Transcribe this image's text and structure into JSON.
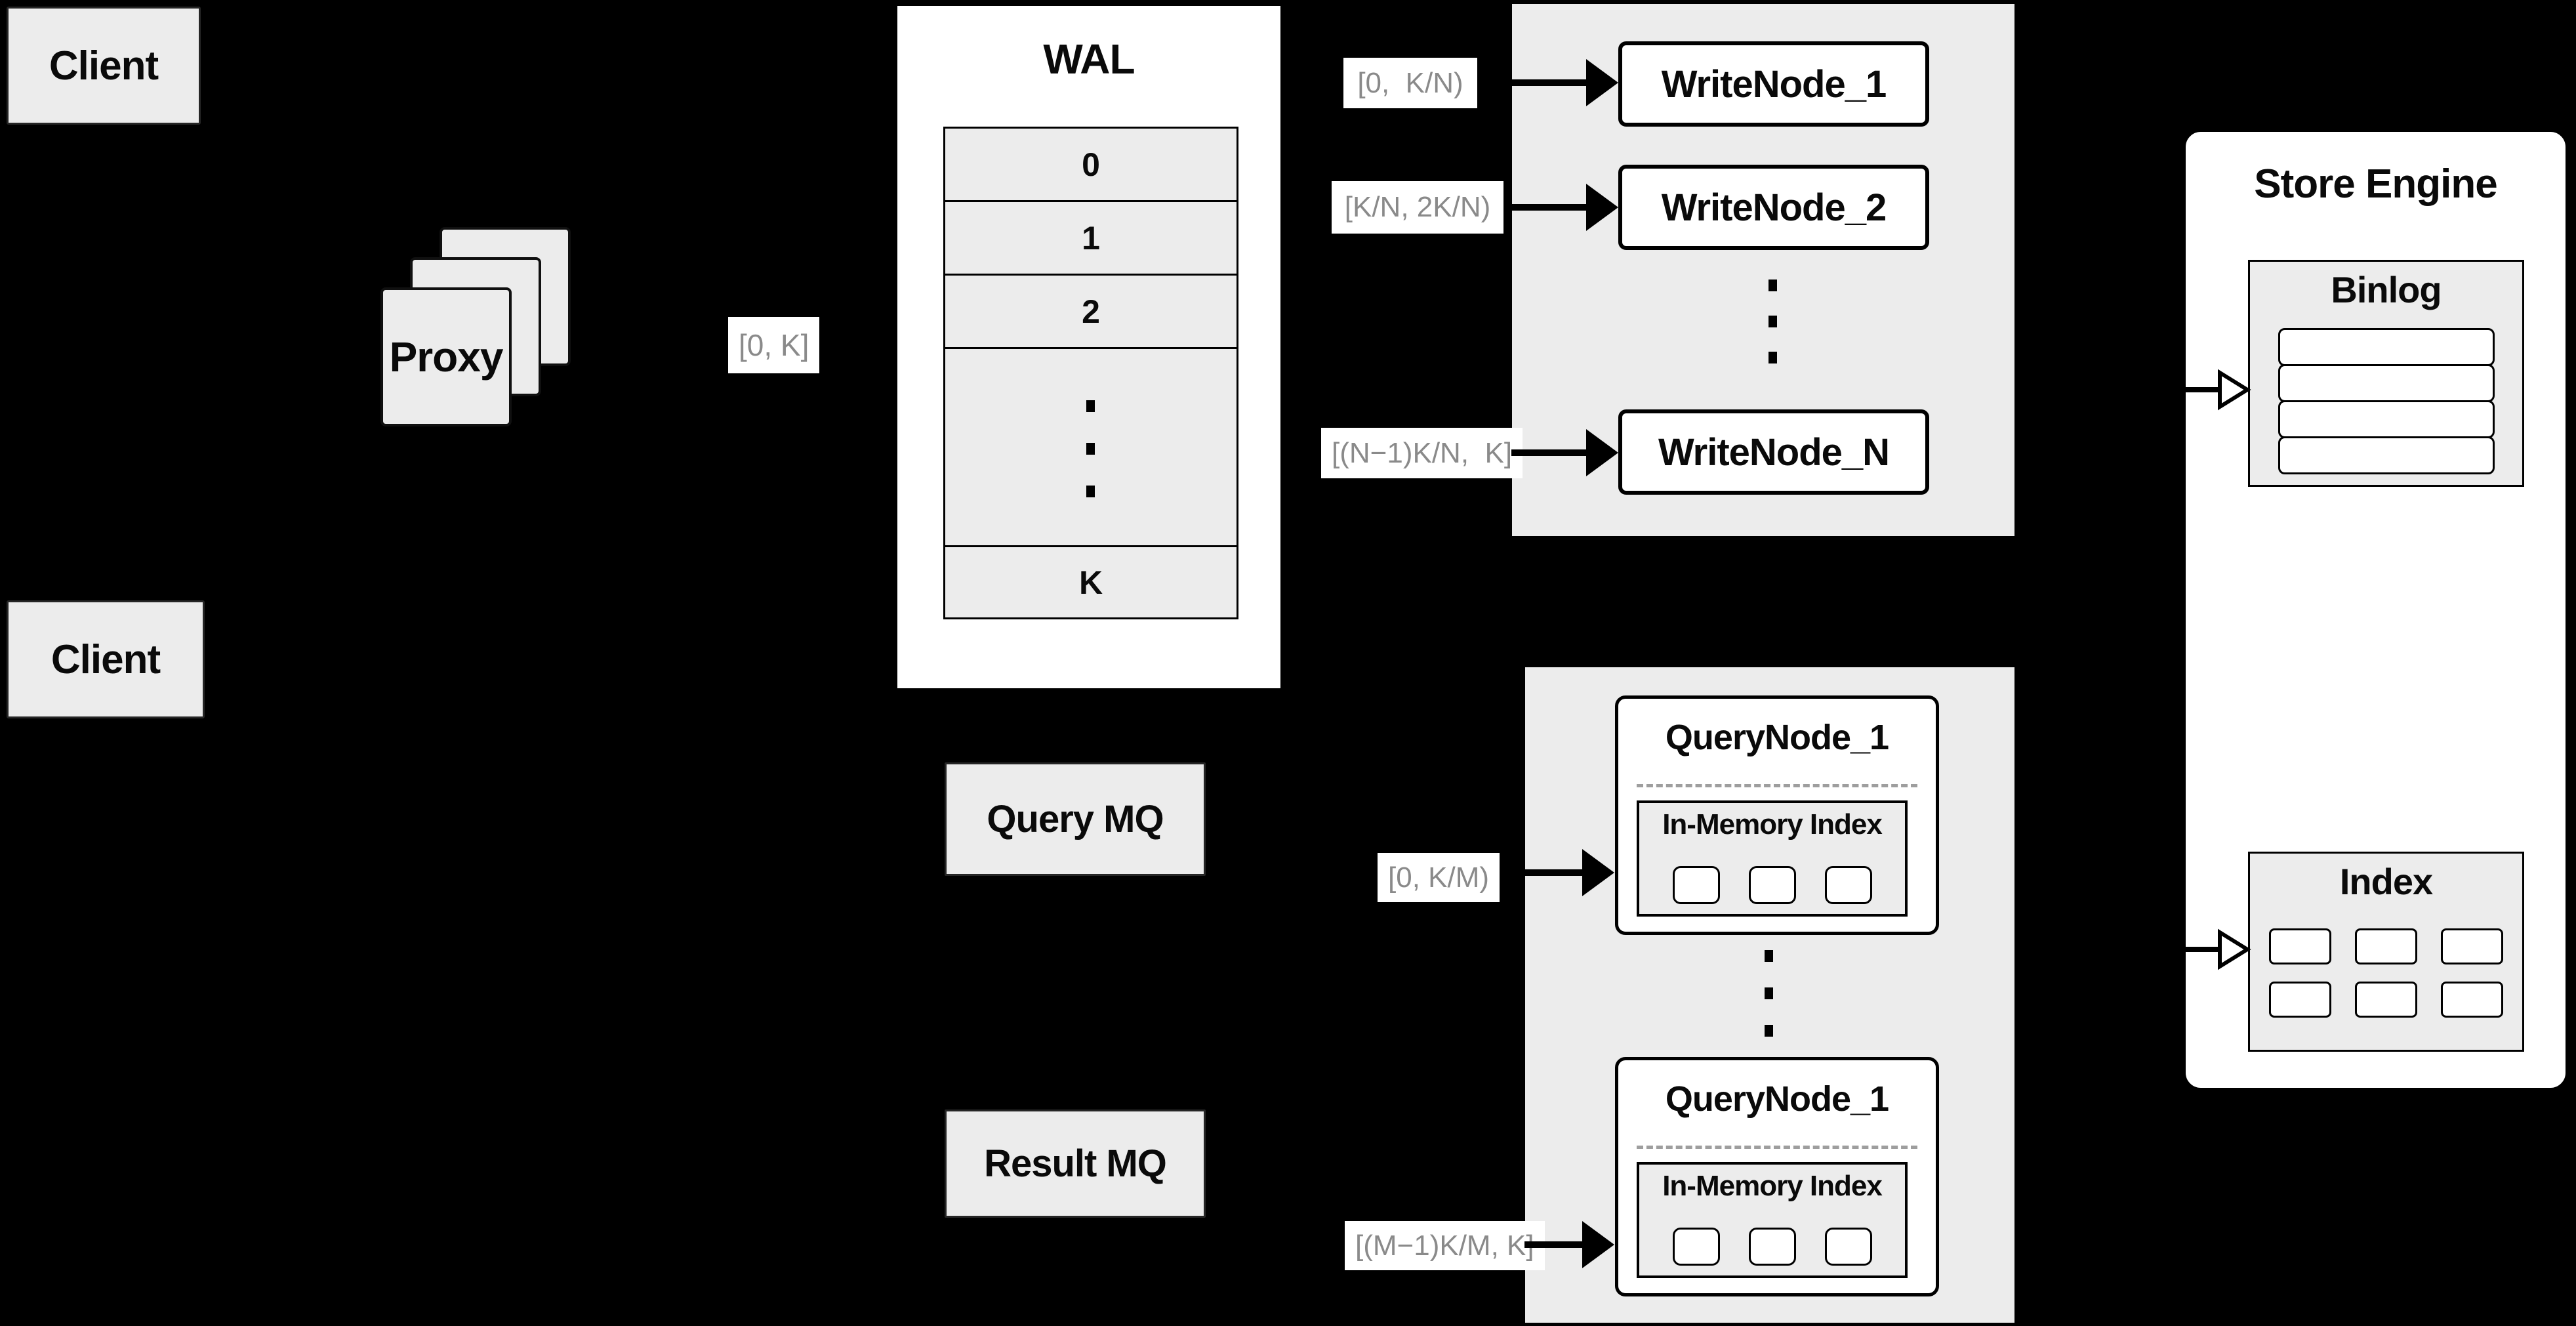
{
  "colors": {
    "background": "#000000",
    "panel_gray": "#ececec",
    "box_white": "#ffffff",
    "chip_text_gray": "#8a8a8a"
  },
  "client_top": {
    "label": "Client"
  },
  "client_bottom": {
    "label": "Client"
  },
  "proxy": {
    "label": "Proxy"
  },
  "chips": {
    "proxy_range": "[0, K]",
    "write_1": "[0,  K/N)",
    "write_2": "[K/N, 2K/N)",
    "write_n": "[(N−1)K/N,  K]",
    "query_1": "[0, K/M)",
    "query_m": "[(M−1)K/M, K]"
  },
  "wal": {
    "title": "WAL",
    "rows": [
      "0",
      "1",
      "2"
    ],
    "last_row": "K"
  },
  "write_nodes": {
    "node_1": "WriteNode_1",
    "node_2": "WriteNode_2",
    "node_n": "WriteNode_N"
  },
  "query_nodes": {
    "top": {
      "title": "QueryNode_1",
      "inner_title": "In-Memory Index"
    },
    "bottom": {
      "title": "QueryNode_1",
      "inner_title": "In-Memory Index"
    }
  },
  "mq": {
    "query": "Query MQ",
    "result": "Result MQ"
  },
  "store_engine": {
    "title": "Store Engine",
    "binlog_title": "Binlog",
    "index_title": "Index"
  }
}
